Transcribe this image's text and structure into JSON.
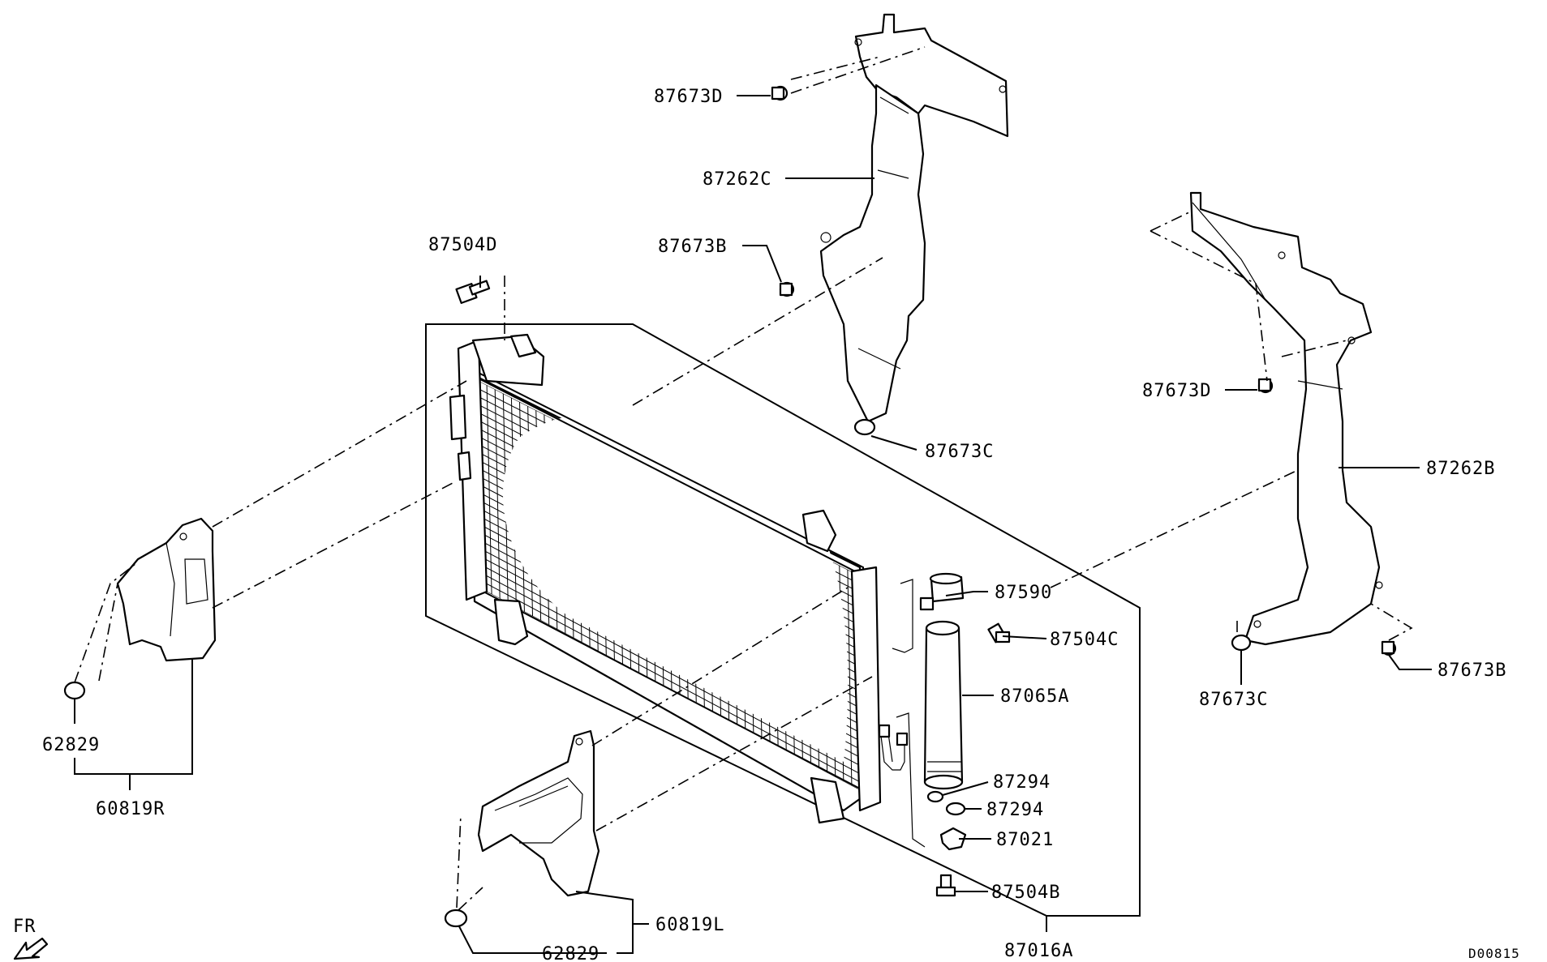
{
  "diagram": {
    "reference_code": "D00815",
    "direction_label": "FR",
    "callouts": {
      "c_87673D_top": "87673D",
      "c_87262C": "87262C",
      "c_87673B_mid": "87673B",
      "c_87504D": "87504D",
      "c_87673C_mid": "87673C",
      "c_87673D_right": "87673D",
      "c_87262B": "87262B",
      "c_87590": "87590",
      "c_87504C": "87504C",
      "c_87065A": "87065A",
      "c_87294_a": "87294",
      "c_87294_b": "87294",
      "c_87021": "87021",
      "c_87504B": "87504B",
      "c_87016A": "87016A",
      "c_87673C_right": "87673C",
      "c_87673B_right": "87673B",
      "c_62829_left": "62829",
      "c_60819R": "60819R",
      "c_60819L": "60819L",
      "c_62829_bottom": "62829"
    }
  }
}
